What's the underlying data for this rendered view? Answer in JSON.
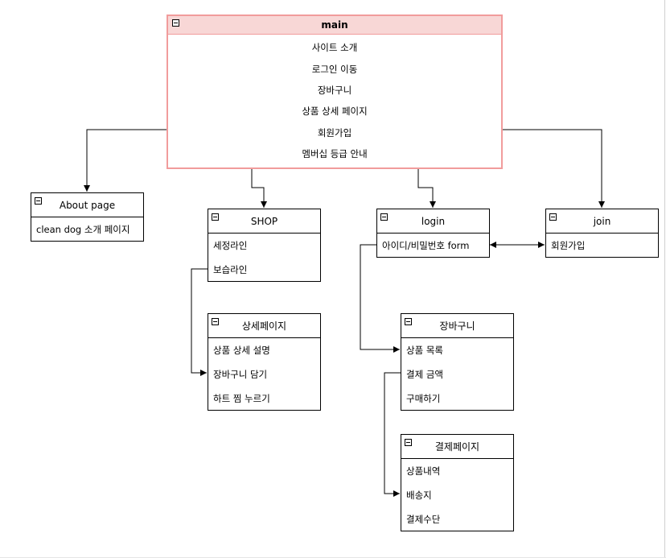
{
  "main": {
    "title": "main",
    "items": [
      "사이트 소개",
      "로그인 이동",
      "장바구니",
      "상품 상세 페이지",
      "회원가입",
      "멤버십 등급 안내"
    ]
  },
  "about": {
    "title": "About page",
    "items": [
      "clean dog 소개 페이지"
    ]
  },
  "shop": {
    "title": "SHOP",
    "items": [
      "세정라인",
      "보습라인"
    ]
  },
  "login": {
    "title": "login",
    "items": [
      "아이디/비밀번호 form"
    ]
  },
  "join": {
    "title": "join",
    "items": [
      "회원가입"
    ]
  },
  "detail": {
    "title": "상세페이지",
    "items": [
      "상품 상세 설명",
      "장바구니 담기",
      "하트 찜 누르기"
    ]
  },
  "cart": {
    "title": "장바구니",
    "items": [
      "상품 목록",
      "결제 금액",
      "구매하기"
    ]
  },
  "payment": {
    "title": "결제페이지",
    "items": [
      "상품내역",
      "배송지",
      "결제수단"
    ]
  },
  "colors": {
    "main_border": "#f19c9c",
    "main_header": "#f8d7d6",
    "line": "#000000"
  }
}
